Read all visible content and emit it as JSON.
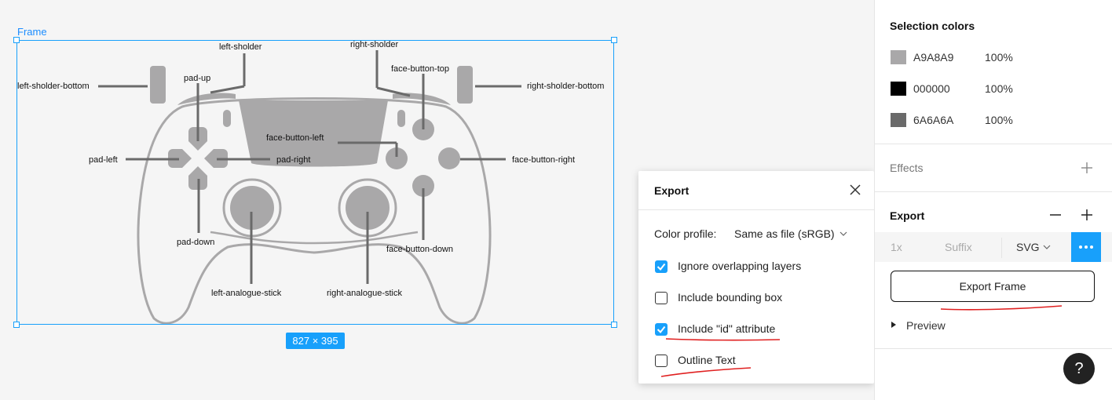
{
  "canvas": {
    "frame_label": "Frame",
    "size_badge": "827 × 395",
    "controller_labels": {
      "left_sholder": "left-sholder",
      "right_sholder": "right-sholder",
      "left_sholder_bottom": "left-sholder-bottom",
      "right_sholder_bottom": "right-sholder-bottom",
      "pad_up": "pad-up",
      "pad_left": "pad-left",
      "pad_right": "pad-right",
      "pad_down": "pad-down",
      "face_button_top": "face-button-top",
      "face_button_left": "face-button-left",
      "face_button_right": "face-button-right",
      "face_button_down": "face-button-down",
      "left_analogue_stick": "left-analogue-stick",
      "right_analogue_stick": "right-analogue-stick"
    }
  },
  "export_dialog": {
    "title": "Export",
    "color_profile_label": "Color profile:",
    "color_profile_value": "Same as file (sRGB)",
    "options": [
      {
        "label": "Ignore overlapping layers",
        "checked": true
      },
      {
        "label": "Include bounding box",
        "checked": false
      },
      {
        "label": "Include \"id\" attribute",
        "checked": true
      },
      {
        "label": "Outline Text",
        "checked": false
      }
    ]
  },
  "panel": {
    "selection_colors_title": "Selection colors",
    "colors": [
      {
        "hex": "A9A8A9",
        "opacity": "100%",
        "swatch": "#A9A8A9"
      },
      {
        "hex": "000000",
        "opacity": "100%",
        "swatch": "#000000"
      },
      {
        "hex": "6A6A6A",
        "opacity": "100%",
        "swatch": "#6A6A6A"
      }
    ],
    "effects_title": "Effects",
    "export_title": "Export",
    "scale": "1x",
    "suffix_placeholder": "Suffix",
    "format": "SVG",
    "export_button": "Export Frame",
    "preview_label": "Preview",
    "help_label": "?"
  },
  "colors": {
    "accent": "#18a0fb",
    "controller_fill": "#a9a8a9",
    "leader_line": "#6a6a6a",
    "annotation_ink": "#e02020"
  }
}
